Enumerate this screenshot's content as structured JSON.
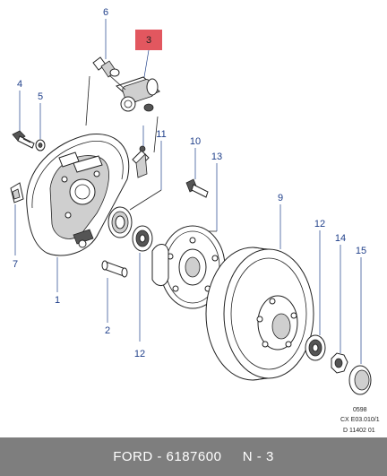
{
  "callouts": {
    "c1": "1",
    "c2": "2",
    "c3": "3",
    "c4": "4",
    "c5": "5",
    "c6": "6",
    "c7": "7",
    "c9": "9",
    "c10": "10",
    "c11": "11",
    "c12a": "12",
    "c12b": "12",
    "c13": "13",
    "c14": "14",
    "c15": "15"
  },
  "reference_codes": [
    "0598",
    "CX E03.010/1",
    "D 11402 01"
  ],
  "footer": {
    "brand": "FORD",
    "separator1": " - ",
    "part_number": "6187600",
    "gap": "     ",
    "position": "N - 3"
  },
  "colors": {
    "highlight": "#e2575f",
    "callout": "#1f3f8a",
    "footer_bg": "#7e7e7e"
  }
}
